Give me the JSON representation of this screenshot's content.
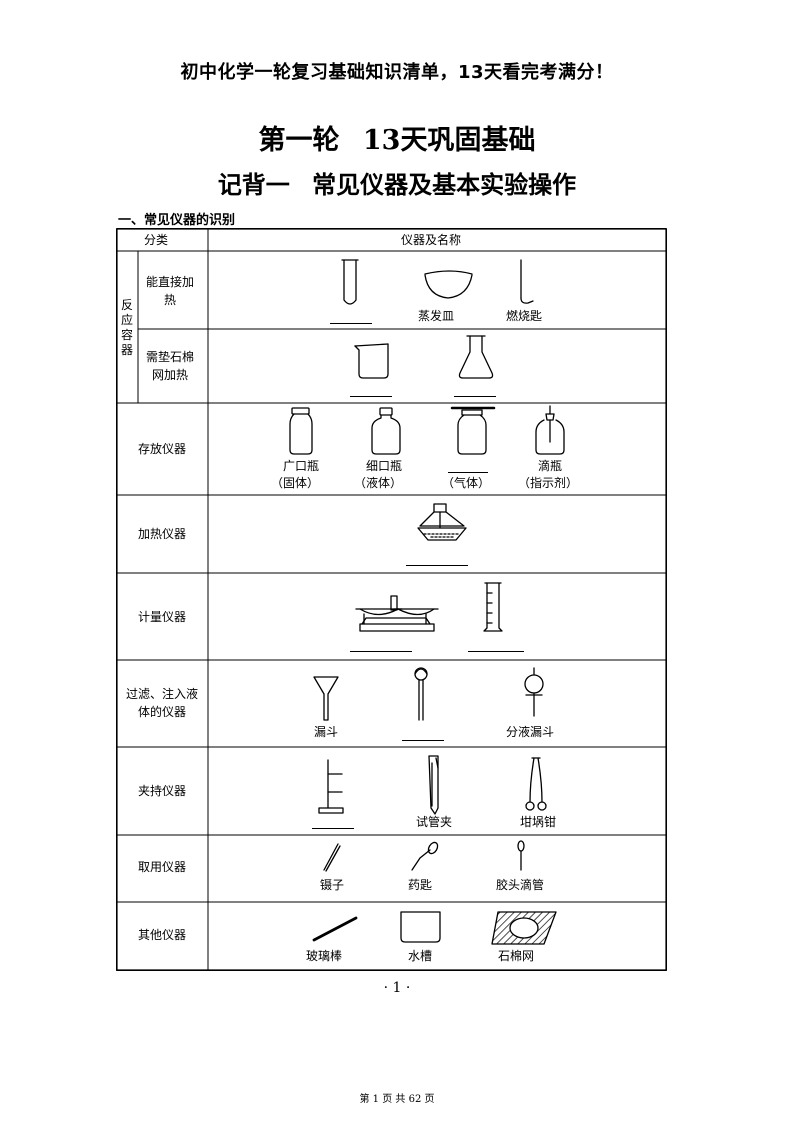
{
  "header": {
    "banner": "初中化学一轮复习基础知识清单，13天看完考满分！",
    "title": "第一轮  13天巩固基础",
    "subtitle": "记背一  常见仪器及基本实验操作"
  },
  "section_title": "一、常见仪器的识别",
  "table": {
    "col_category": "分类",
    "col_instruments": "仪器及名称",
    "group_reaction": "反应容器",
    "rows": {
      "direct_heat": "能直接加热",
      "gauze_heat": "需垫石棉网加热",
      "storage": "存放仪器",
      "heating": "加热仪器",
      "measuring": "计量仪器",
      "filtering": "过滤、注入液体的仪器",
      "holding": "夹持仪器",
      "taking": "取用仪器",
      "other": "其他仪器"
    },
    "labels": {
      "evaporating_dish": "蒸发皿",
      "combustion_spoon": "燃烧匙",
      "wide_mouth_bottle": "广口瓶",
      "wide_mouth_note": "（固体）",
      "narrow_mouth_bottle": "细口瓶",
      "narrow_mouth_note": "（液体）",
      "gas_note": "（气体）",
      "dropper_bottle": "滴瓶",
      "dropper_note": "（指示剂）",
      "funnel": "漏斗",
      "separatory_funnel": "分液漏斗",
      "test_tube_holder": "试管夹",
      "crucible_tongs": "坩埚钳",
      "tweezers": "镊子",
      "spatula": "药匙",
      "dropper": "胶头滴管",
      "glass_rod": "玻璃棒",
      "water_trough": "水槽",
      "asbestos_gauze": "石棉网"
    }
  },
  "page_number": "· 1 ·",
  "footer": "第 1 页 共 62 页"
}
